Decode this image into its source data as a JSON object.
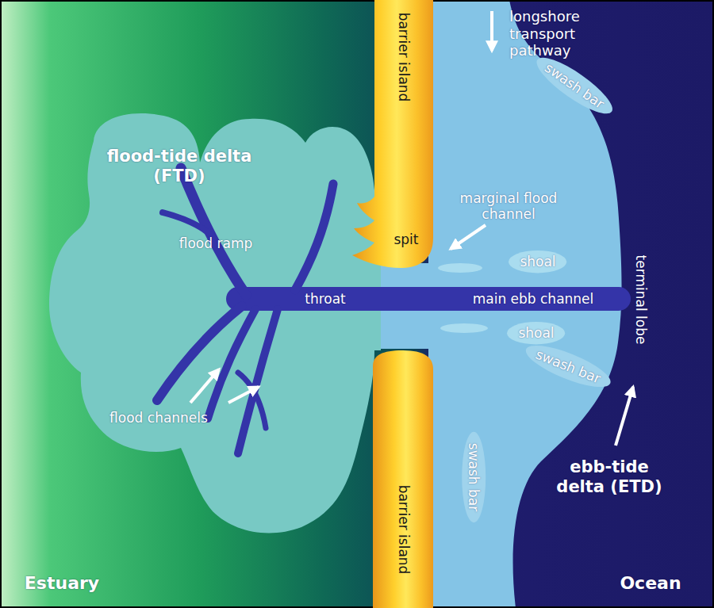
{
  "diagram": {
    "nodes": [
      {
        "text": [
          "barrier island",
          "spit"
        ]
      },
      {
        "text": [
          "swash bar"
        ]
      },
      {
        "text": [
          "shoal"
        ]
      },
      {
        "text": [
          "shoal"
        ]
      },
      {
        "text": [
          "swash bar"
        ]
      },
      {
        "text": [
          "barrier island"
        ]
      },
      {
        "text": [
          "swash bar"
        ]
      }
    ],
    "labels": [
      "longshore transport pathway",
      "marginal flood channel",
      "flood-tide delta (FTD)",
      "flood ramp",
      "throat",
      "main ebb channel",
      "terminal lobe",
      "flood channels",
      "ebb-tide delta (ETD)",
      "Estuary",
      "Ocean"
    ]
  }
}
